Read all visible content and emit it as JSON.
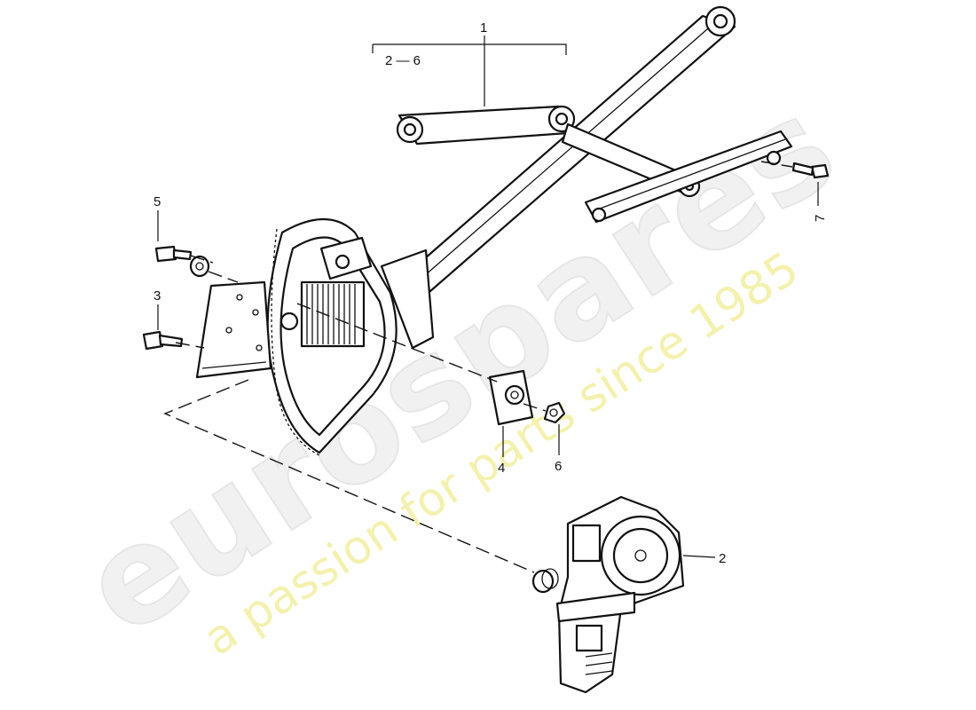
{
  "watermark": {
    "brand": "eurospares",
    "tagline": "a passion for parts since 1985",
    "brand_color": "#e6e6e6",
    "tagline_color": "#f3efa0"
  },
  "callouts": {
    "group_header": "1",
    "group_range": "2 — 6",
    "c1": "1",
    "c2": "2",
    "c3": "3",
    "c4": "4",
    "c5": "5",
    "c6": "6",
    "c7": "7"
  }
}
